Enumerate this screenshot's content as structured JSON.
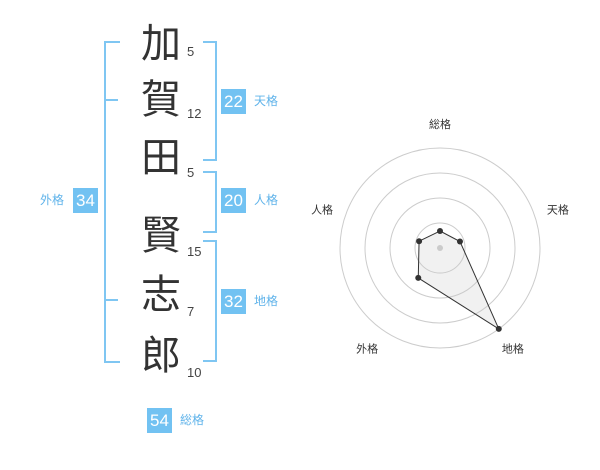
{
  "name": {
    "characters": [
      {
        "char": "加",
        "strokes": "5"
      },
      {
        "char": "賀",
        "strokes": "12"
      },
      {
        "char": "田",
        "strokes": "5"
      },
      {
        "char": "賢",
        "strokes": "15"
      },
      {
        "char": "志",
        "strokes": "7"
      },
      {
        "char": "郎",
        "strokes": "10"
      }
    ]
  },
  "scores": {
    "tenkaku": {
      "value": "22",
      "label": "天格"
    },
    "jinkaku": {
      "value": "20",
      "label": "人格"
    },
    "chikaku": {
      "value": "32",
      "label": "地格"
    },
    "gaikaku": {
      "value": "34",
      "label": "外格"
    },
    "soukaku": {
      "value": "54",
      "label": "総格"
    }
  },
  "colors": {
    "accent": "#7fc6f2",
    "badge_bg": "#72c2f2",
    "label_text": "#5fb3ea"
  },
  "chart_data": {
    "type": "radar",
    "axes": [
      "総格",
      "天格",
      "地格",
      "外格",
      "人格"
    ],
    "series": [
      {
        "values": [
          0.17,
          0.21,
          1.0,
          0.37,
          0.22
        ]
      }
    ],
    "rings": 4,
    "range": [
      0,
      1
    ]
  }
}
